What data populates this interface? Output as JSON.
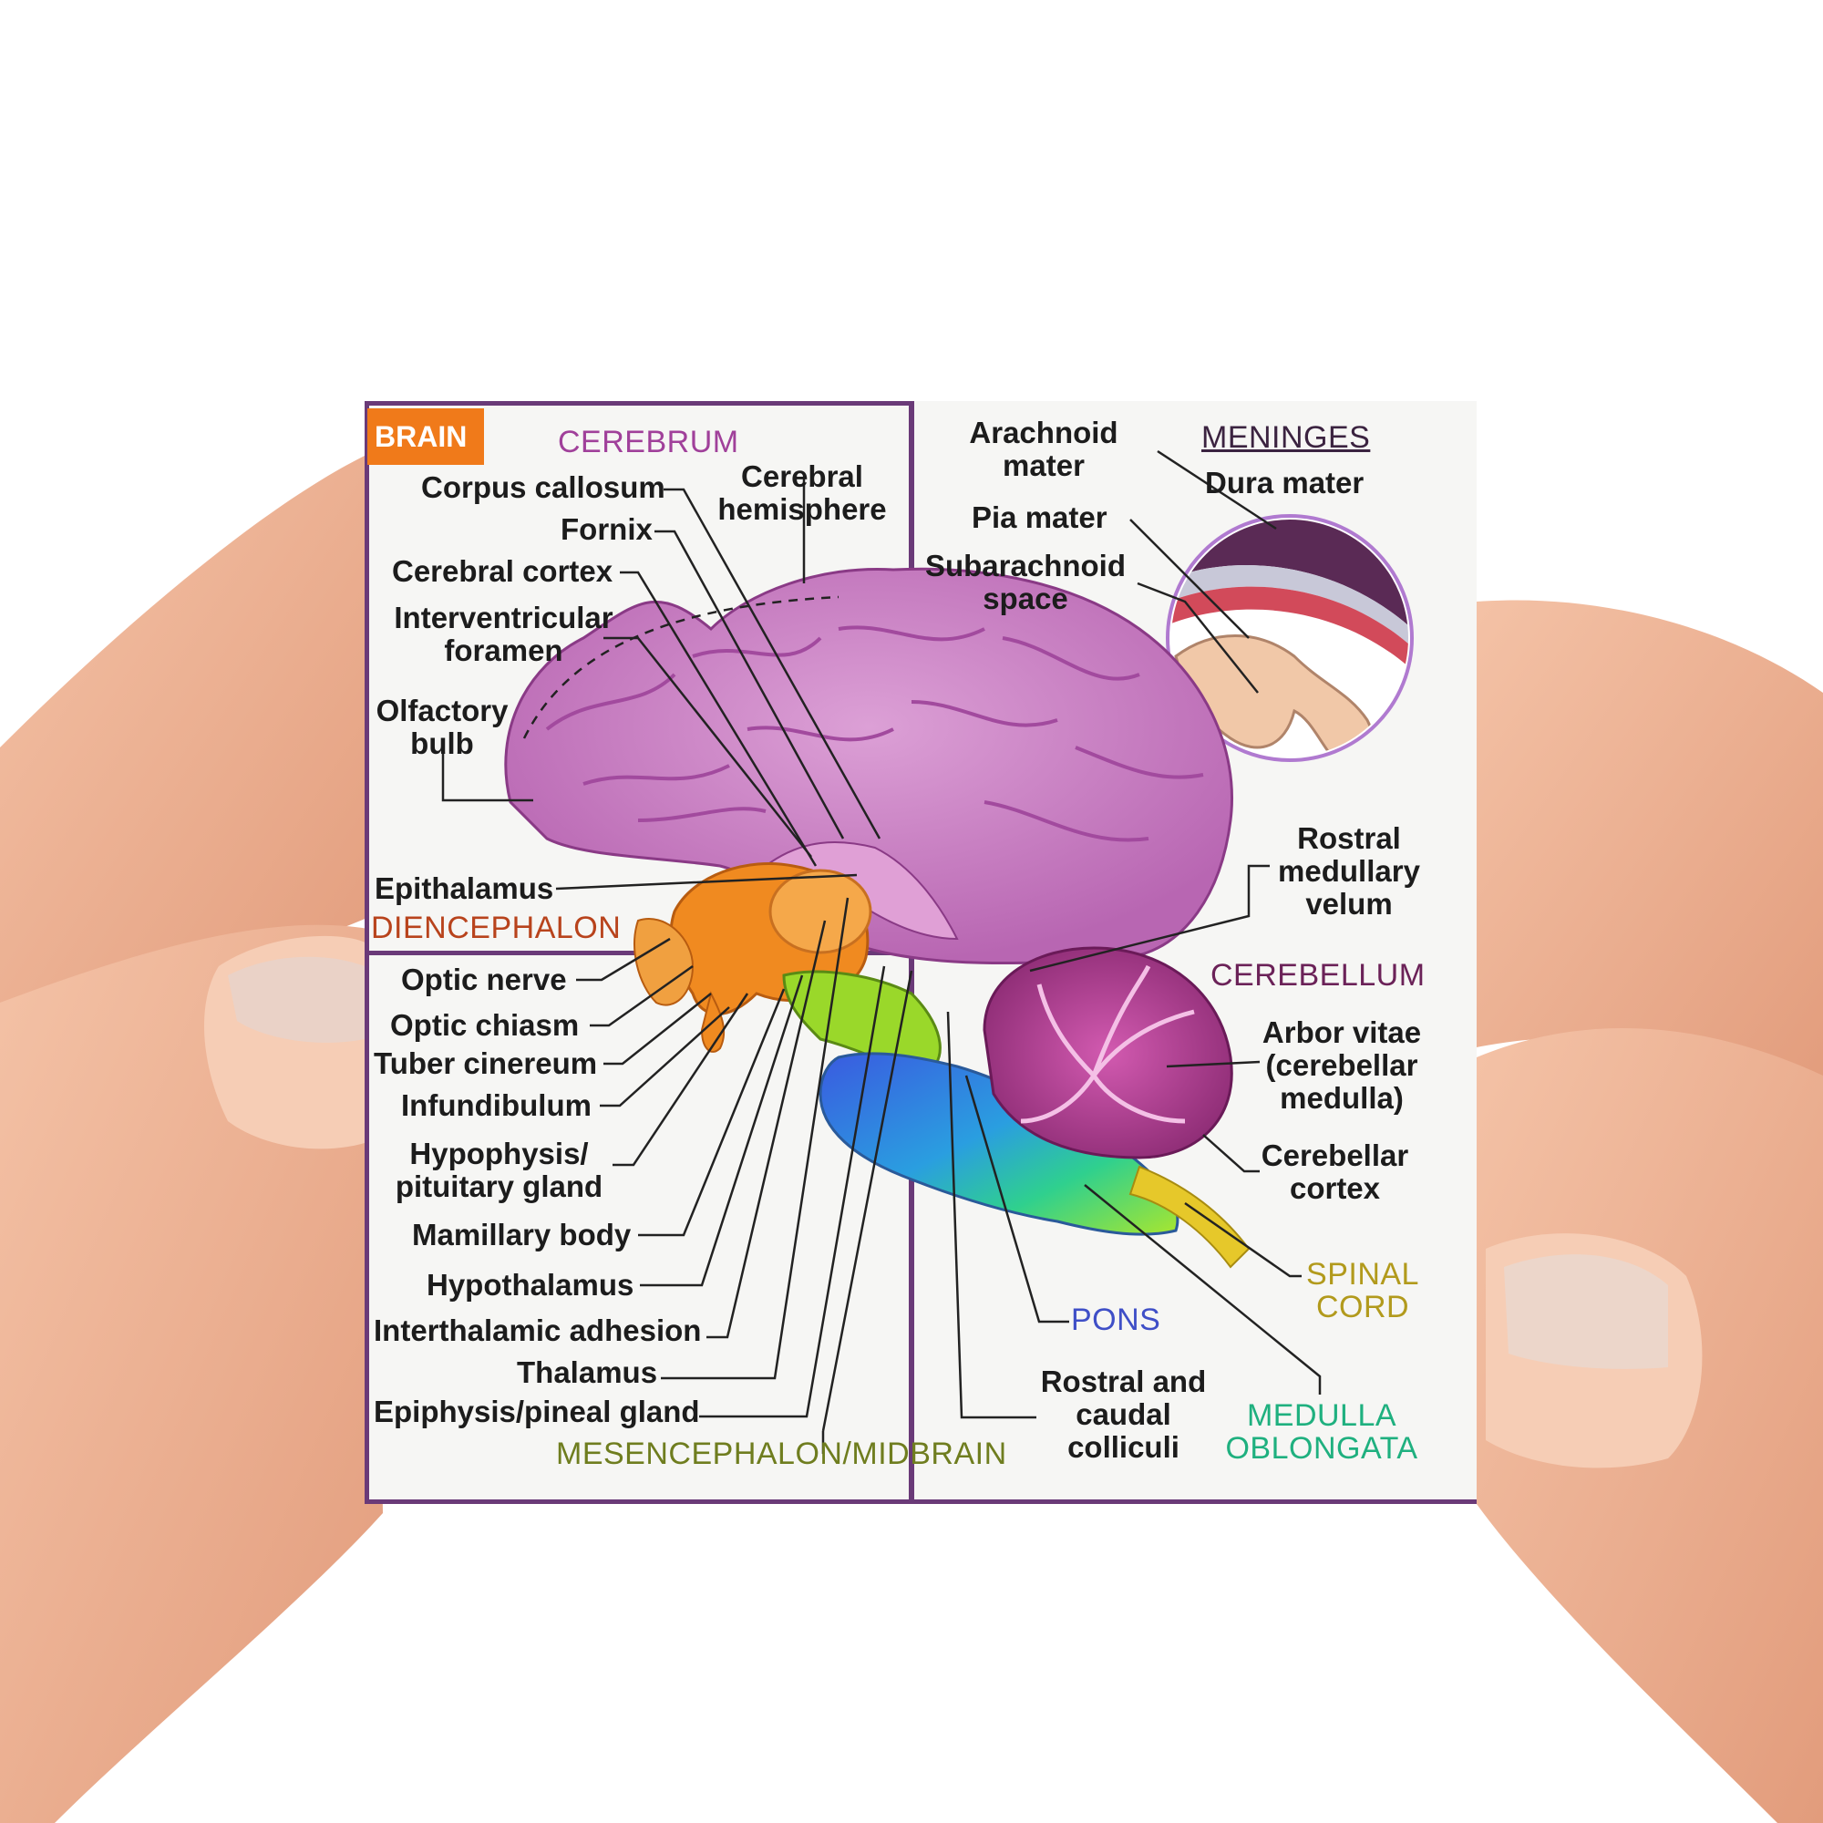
{
  "badge": "BRAIN",
  "sections": {
    "cerebrum": "CEREBRUM",
    "meninges": "MENINGES",
    "diencephalon": "DIENCEPHALON",
    "cerebellum": "CEREBELLUM",
    "spinal_cord_1": "SPINAL",
    "spinal_cord_2": "CORD",
    "pons": "PONS",
    "medulla_1": "MEDULLA",
    "medulla_2": "OBLONGATA",
    "mesencephalon": "MESENCEPHALON/MIDBRAIN"
  },
  "labels": {
    "corpus_callosum": "Corpus callosum",
    "cerebral_hemisphere_1": "Cerebral",
    "cerebral_hemisphere_2": "hemisphere",
    "fornix": "Fornix",
    "cerebral_cortex": "Cerebral cortex",
    "interventricular_1": "Interventricular",
    "interventricular_2": "foramen",
    "olfactory_1": "Olfactory",
    "olfactory_2": "bulb",
    "epithalamus": "Epithalamus",
    "arachnoid_1": "Arachnoid",
    "arachnoid_2": "mater",
    "dura_mater": "Dura mater",
    "pia_mater": "Pia mater",
    "subarachnoid_1": "Subarachnoid",
    "subarachnoid_2": "space",
    "rostral_velum_1": "Rostral",
    "rostral_velum_2": "medullary",
    "rostral_velum_3": "velum",
    "optic_nerve": "Optic nerve",
    "optic_chiasm": "Optic chiasm",
    "tuber_cinereum": "Tuber cinereum",
    "infundibulum": "Infundibulum",
    "hypophysis_1": "Hypophysis/",
    "hypophysis_2": "pituitary gland",
    "mamillary_body": "Mamillary body",
    "hypothalamus": "Hypothalamus",
    "interthalamic": "Interthalamic adhesion",
    "thalamus": "Thalamus",
    "epiphysis": "Epiphysis/pineal gland",
    "arbor_1": "Arbor vitae",
    "arbor_2": "(cerebellar",
    "arbor_3": "medulla)",
    "cerebellar_cortex_1": "Cerebellar",
    "cerebellar_cortex_2": "cortex",
    "colliculi_1": "Rostral and",
    "colliculi_2": "caudal",
    "colliculi_3": "colliculi"
  },
  "colors": {
    "badge": "#f07a1a",
    "cerebrum": "#a0409a",
    "diencephalon": "#b8431c",
    "cerebellum": "#6b2258",
    "meninges": "#3b2340",
    "spinal_cord": "#b29a1c",
    "pons": "#3f4fc7",
    "medulla": "#1fb07f",
    "mesencephalon": "#6f7d1f",
    "skin": "#f0b79a"
  }
}
